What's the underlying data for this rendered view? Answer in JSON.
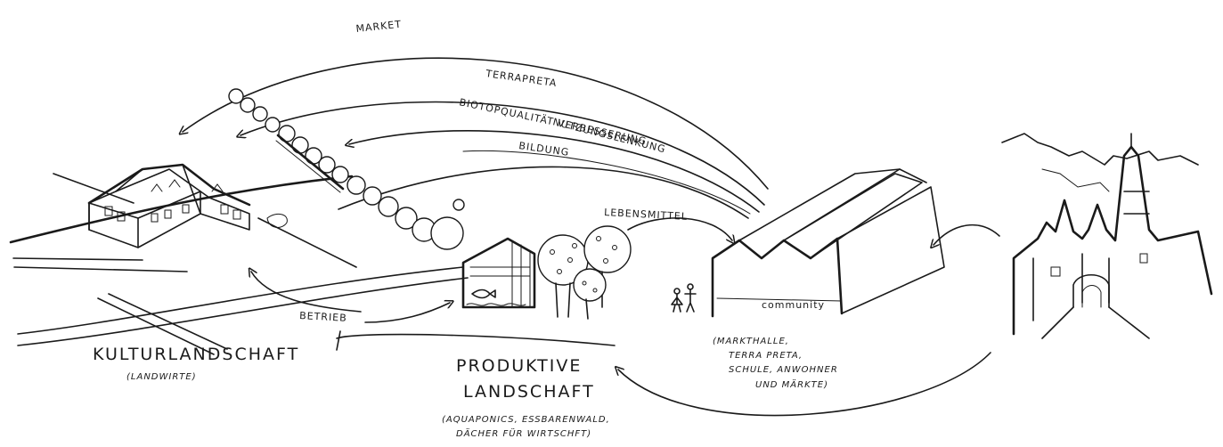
{
  "flows": {
    "market": "MARKET",
    "terra_preta": "TERRAPRETA",
    "biotop": "BIOTOPQUALITÄT VERBESSERUNG",
    "nutzung": "NUTZUNGSLENKUNG",
    "bildung": "BILDUNG",
    "lebensmittel": "LEBENSMITTEL",
    "betrieb": "BETRIEB"
  },
  "kultur": {
    "title": "KULTURLANDSCHAFT",
    "subtitle": "(LANDWIRTE)"
  },
  "produktive": {
    "title_line1": "PRODUKTIVE",
    "title_line2": "LANDSCHAFT",
    "subtitle_line1": "(AQUAPONICS, ESSBARENWALD,",
    "subtitle_line2": "DÄCHER FÜR WIRTSCHFT)"
  },
  "community": {
    "building_label": "community",
    "list_line1": "(MARKTHALLE,",
    "list_line2": "TERRA PRETA,",
    "list_line3": "SCHULE, ANWOHNER",
    "list_line4": "UND MÄRKTE)"
  }
}
